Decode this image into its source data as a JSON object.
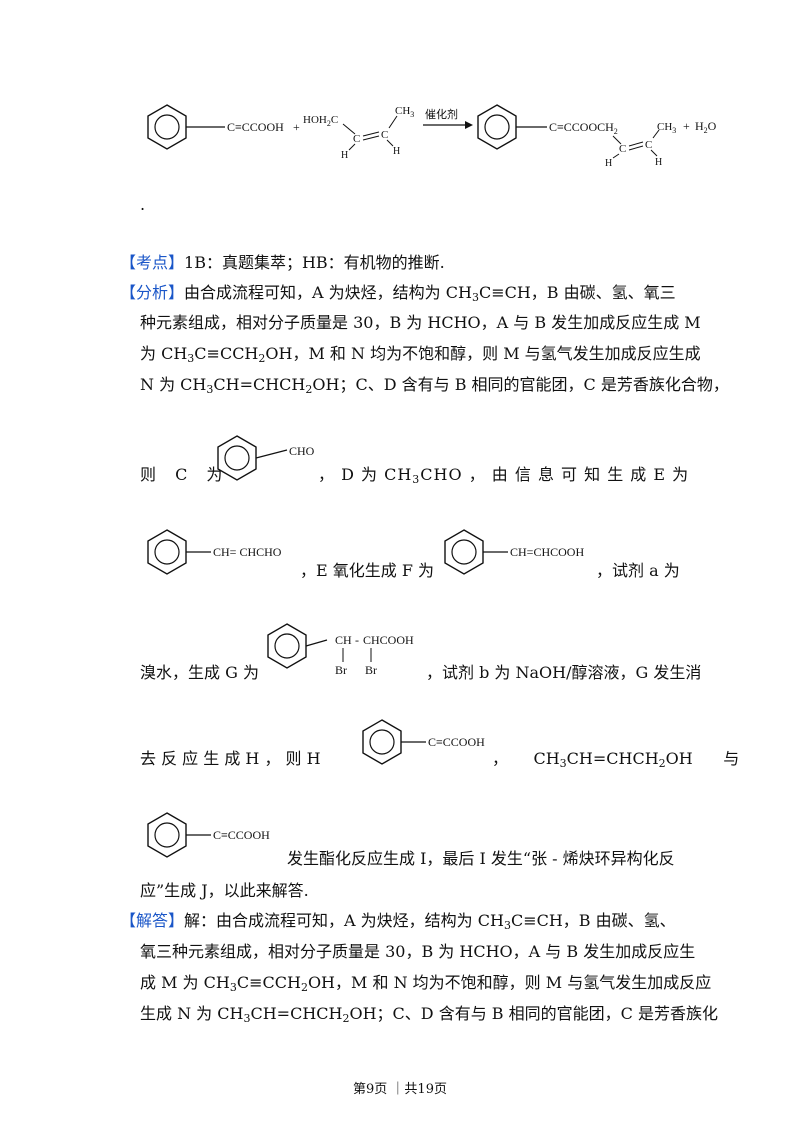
{
  "reaction": {
    "reactant_group": "C≡CCOOH",
    "plus1": "+",
    "alcohol_left": "HOH",
    "alcohol_left_sub": "2",
    "alcohol_left_end": "C",
    "alcohol_ch3": "CH",
    "alcohol_ch3_sub": "3",
    "alcohol_c": "C",
    "alcohol_c2": "C",
    "h1": "H",
    "h2": "H",
    "catalyst": "催化剂",
    "product_group": "C≡CCOOCH",
    "product_sub": "2",
    "product_ch3": "CH",
    "product_ch3_sub": "3",
    "product_c": "C",
    "product_c2": "C",
    "h3": "H",
    "h4": "H",
    "plus2": "+",
    "water": "H",
    "water_sub": "2",
    "water_end": "O"
  },
  "period": ".",
  "kaodian": {
    "tag": "【考点】",
    "text": "1B：真题集萃；HB：有机物的推断."
  },
  "fenxi": {
    "tag": "【分析】",
    "l1a": "由合成流程可知，A 为炔烃，结构为 CH",
    "l1b": "C≡CH，B 由碳、氢、氧三",
    "l2": "种元素组成，相对分子质量是 30，B 为 HCHO，A 与 B 发生加成反应生成 M",
    "l3a": "为 CH",
    "l3b": "C≡CCH",
    "l3c": "OH，M 和 N 均为不饱和醇，则 M 与氢气发生加成反应生成",
    "l4a": "N 为 CH",
    "l4b": "CH=CHCH",
    "l4c": "OH；C、D 含有与 B 相同的官能团，C 是芳香族化合物，",
    "c_is": "则 C 为",
    "cho": "CHO",
    "d_is_a": "， D 为 CH",
    "d_is_b": "CHO ， 由 信 息 可 知 生 成 E 为",
    "e_group": "CH= CHCHO",
    "e_to_f": "，E 氧化生成 F 为",
    "f_group": "CH=CHCOOH",
    "reagent_a": "，试剂 a 为",
    "bromine": "溴水，生成 G 为",
    "g_ch": "CH",
    "g_dash": "-",
    "g_chcooh": "CHCOOH",
    "g_br1": "Br",
    "g_br2": "Br",
    "reagent_b": "，试剂 b 为 NaOH/醇溶液，G 发生消",
    "elim": "去 反 应 生 成 H ， 则 H",
    "h_group": "C≡CCOOH",
    "and_a": "，",
    "and_b": "CH",
    "and_c": "CH=CHCH",
    "and_d": "OH",
    "and_e": "与",
    "i_group": "C≡CCOOH",
    "ester": "发生酯化反应生成 I，最后 I 发生“张 - 烯炔环异构化反",
    "last": "应”生成 J，以此来解答."
  },
  "jieda": {
    "tag": "【解答】",
    "l1a": "解：由合成流程可知，A 为炔烃，结构为 CH",
    "l1b": "C≡CH，B 由碳、氢、",
    "l2": "氧三种元素组成，相对分子质量是 30，B 为 HCHO，A 与 B 发生加成反应生",
    "l3a": "成 M 为 CH",
    "l3b": "C≡CCH",
    "l3c": "OH，M 和 N 均为不饱和醇，则 M 与氢气发生加成反应",
    "l4a": "生成 N 为 CH",
    "l4b": "CH=CHCH",
    "l4c": "OH；C、D 含有与 B 相同的官能团，C 是芳香族化"
  },
  "sub3": "3",
  "sub2": "2",
  "footer": {
    "text": "第9页 ｜共19页"
  }
}
